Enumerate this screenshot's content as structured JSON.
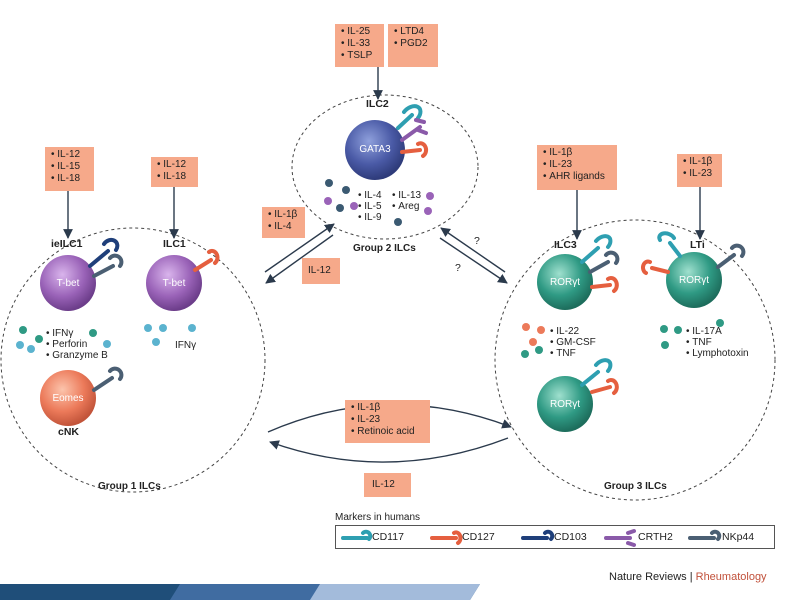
{
  "group2": {
    "inputs_left": [
      "IL-25",
      "IL-33",
      "TSLP"
    ],
    "inputs_right": [
      "LTD4",
      "PGD2"
    ],
    "cell_label": "ILC2",
    "tf": "GATA3",
    "outputs_left": [
      "IL-4",
      "IL-5",
      "IL-9"
    ],
    "outputs_right": [
      "IL-13",
      "Areg"
    ],
    "group_label": "Group 2 ILCs"
  },
  "group1": {
    "ieilc1_inputs": [
      "IL-12",
      "IL-15",
      "IL-18"
    ],
    "ilc1_inputs": [
      "IL-12",
      "IL-18"
    ],
    "ieilc1_label": "ieILC1",
    "ilc1_label": "ILC1",
    "ieilc1_tf": "T-bet",
    "ilc1_tf": "T-bet",
    "ieilc1_outputs": [
      "IFNγ",
      "Perforin",
      "Granzyme B"
    ],
    "ilc1_output": "IFNγ",
    "cnk_tf": "Eomes",
    "cnk_label": "cNK",
    "group_label": "Group 1 ILCs"
  },
  "group3": {
    "ilc3_inputs": [
      "IL-1β",
      "IL-23",
      "AHR ligands"
    ],
    "lti_inputs": [
      "IL-1β",
      "IL-23"
    ],
    "ilc3_label": "ILC3",
    "lti_label": "LTi",
    "ilc3_tf": "RORγt",
    "lti_tf": "RORγt",
    "ilc3b_tf": "RORγt",
    "ilc3_outputs": [
      "IL-22",
      "GM-CSF",
      "TNF"
    ],
    "lti_outputs": [
      "IL-17A",
      "TNF",
      "Lymphotoxin"
    ],
    "group_label": "Group 3 ILCs"
  },
  "transitions": {
    "g1_to_g2": [
      "IL-1β",
      "IL-4"
    ],
    "g2_to_g1": "IL-12",
    "g1_to_g3": [
      "IL-1β",
      "IL-23",
      "Retinoic acid"
    ],
    "g3_to_g1": "IL-12",
    "q1": "?",
    "q2": "?"
  },
  "legend": {
    "title": "Markers in humans",
    "items": [
      "CD117",
      "CD127",
      "CD103",
      "CRTH2",
      "NKp44"
    ]
  },
  "credit": {
    "publisher": "Nature Reviews",
    "separator": "|",
    "journal": "Rheumatology"
  },
  "colors": {
    "box_fill": "#f6a98a",
    "ilc2_cell": "#4a5aa6",
    "group1_cell": "#9a63b8",
    "nk_cell": "#ec7a5a",
    "group3_cell": "#2f9a84",
    "cd117": "#2e9fb1",
    "cd127": "#e55f3f",
    "cd103": "#1f3f7a",
    "crth2": "#8a5aa9",
    "nkp44": "#4b5f73",
    "journal": "#c1513b"
  }
}
